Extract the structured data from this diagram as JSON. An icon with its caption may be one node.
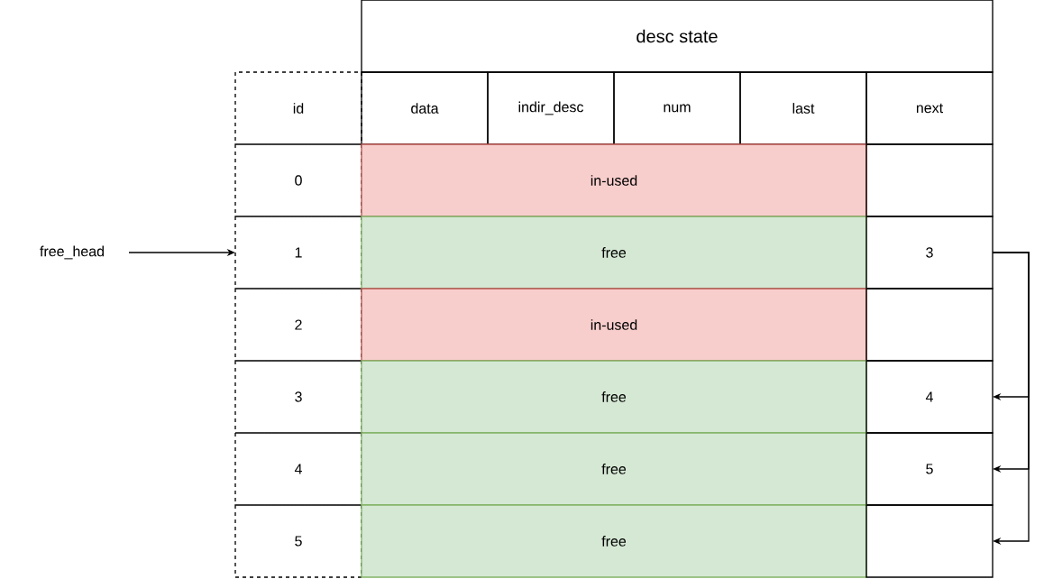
{
  "diagram": {
    "nodes": [
      {
        "text": [
          "desc state"
        ]
      },
      {
        "text": [
          "id"
        ]
      },
      {
        "text": [
          "data"
        ]
      },
      {
        "text": [
          "indir_desc"
        ]
      },
      {
        "text": [
          "num"
        ]
      },
      {
        "text": [
          "last"
        ]
      },
      {
        "text": [
          "next"
        ]
      },
      {
        "text": [
          "0"
        ]
      },
      {
        "text": [
          "in-used"
        ]
      },
      {
        "text": [],
        "shape": "box"
      },
      {
        "text": [
          "free_head"
        ]
      },
      {
        "text": [
          "1"
        ]
      },
      {
        "text": [
          "free"
        ]
      },
      {
        "text": [
          "3"
        ]
      },
      {
        "text": [
          "2"
        ]
      },
      {
        "text": [
          "in-used"
        ]
      },
      {
        "text": [],
        "shape": "box"
      },
      {
        "text": [
          "3"
        ]
      },
      {
        "text": [
          "free"
        ]
      },
      {
        "text": [
          "4"
        ]
      },
      {
        "text": [
          "4"
        ]
      },
      {
        "text": [
          "free"
        ]
      },
      {
        "text": [
          "5"
        ]
      },
      {
        "text": [
          "5"
        ]
      },
      {
        "text": [
          "free"
        ]
      },
      {
        "text": [],
        "shape": "box"
      }
    ],
    "edges": [
      {
        "from": 10,
        "to": 11,
        "arrow": "to"
      },
      {
        "from": 13,
        "to": 19,
        "arrow": "to"
      },
      {
        "from": 13,
        "to": 22,
        "arrow": "to"
      },
      {
        "from": 13,
        "to": 25,
        "arrow": "to"
      }
    ]
  }
}
